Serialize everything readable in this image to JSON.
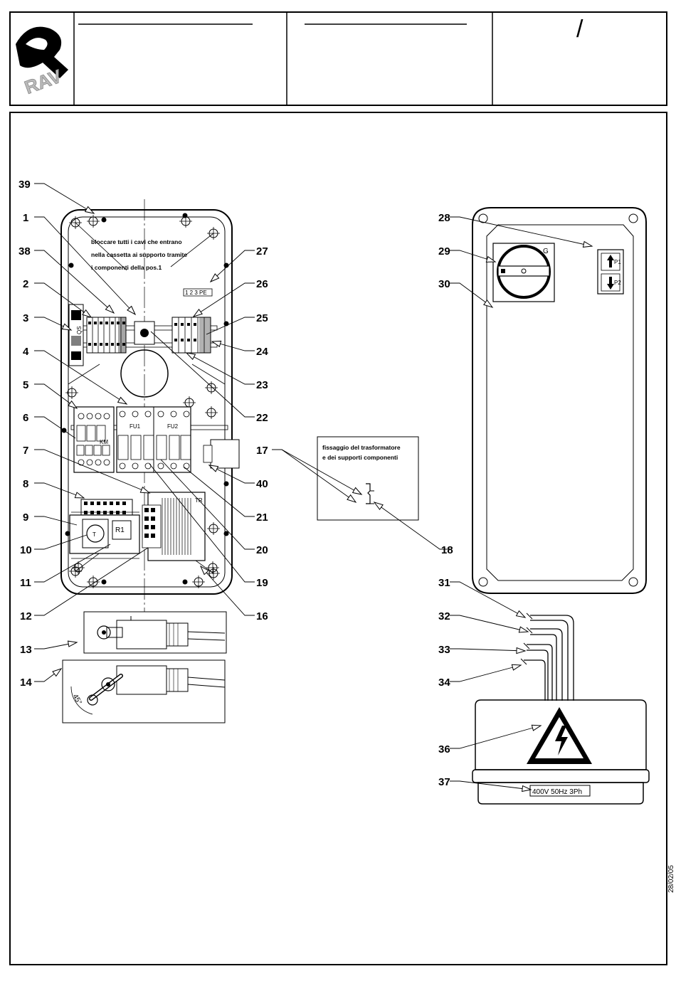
{
  "logo": {
    "text": "RAV"
  },
  "date_stamp": "28/02/05",
  "top_right_mark": "/",
  "panel_note": [
    "bloccare tutti i cavi che entrano",
    "nella cassetta ai supporto tramite",
    "i componenti della pos.1"
  ],
  "fix_note": [
    "fissaggio del trasformatore",
    "e dei supporti componenti"
  ],
  "voltage_label": "400V 50Hz 3Ph",
  "component_labels": {
    "fu1": "FU1",
    "fu2": "FU2",
    "km": "KM",
    "r1": "R1",
    "t": "T",
    "tr": "TR",
    "qs": "QS",
    "g": "G",
    "p1": "P1",
    "p2": "P2",
    "terminals": "1 2 3  PE"
  },
  "angle_label": "45°",
  "callouts": {
    "n1": "1",
    "n2": "2",
    "n3": "3",
    "n4": "4",
    "n5": "5",
    "n6": "6",
    "n7": "7",
    "n8": "8",
    "n9": "9",
    "n10": "10",
    "n11": "11",
    "n12": "12",
    "n13": "13",
    "n14": "14",
    "n16": "16",
    "n17": "17",
    "n18": "18",
    "n19": "19",
    "n20": "20",
    "n21": "21",
    "n22": "22",
    "n23": "23",
    "n24": "24",
    "n25": "25",
    "n26": "26",
    "n27": "27",
    "n28": "28",
    "n29": "29",
    "n30": "30",
    "n31": "31",
    "n32": "32",
    "n33": "33",
    "n34": "34",
    "n36": "36",
    "n37": "37",
    "n38": "38",
    "n39": "39",
    "n40": "40"
  }
}
